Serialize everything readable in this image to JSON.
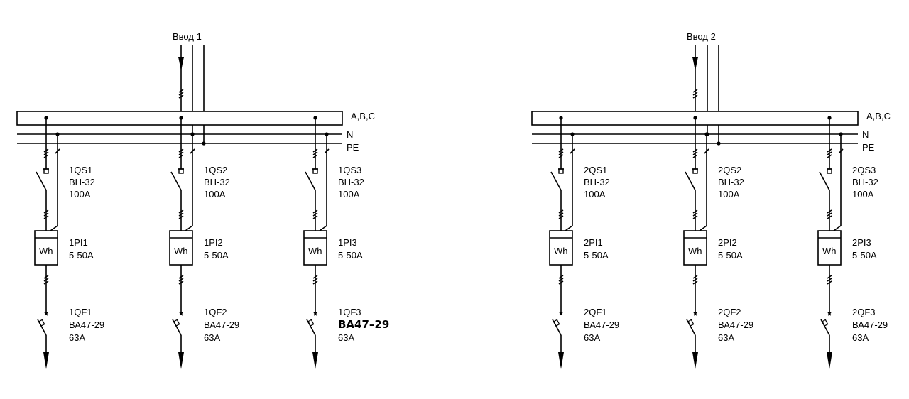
{
  "panels": [
    {
      "input_label": "Ввод 1",
      "bus_phase_label": "A,B,C",
      "bus_n_label": "N",
      "bus_pe_label": "PE",
      "feeders": [
        {
          "switch_name": "1QS1",
          "switch_type": "ВН-32",
          "switch_rating": "100A",
          "meter_name": "1PI1",
          "meter_range": "5-50A",
          "meter_symbol": "Wh",
          "breaker_name": "1QF1",
          "breaker_type": "ВА47-29",
          "breaker_rating": "63A"
        },
        {
          "switch_name": "1QS2",
          "switch_type": "ВН-32",
          "switch_rating": "100A",
          "meter_name": "1PI2",
          "meter_range": "5-50A",
          "meter_symbol": "Wh",
          "breaker_name": "1QF2",
          "breaker_type": "ВА47-29",
          "breaker_rating": "63A"
        },
        {
          "switch_name": "1QS3",
          "switch_type": "ВН-32",
          "switch_rating": "100A",
          "meter_name": "1PI3",
          "meter_range": "5-50A",
          "meter_symbol": "Wh",
          "breaker_name": "1QF3",
          "breaker_type": "ВА47–29",
          "breaker_rating": "63A"
        }
      ]
    },
    {
      "input_label": "Ввод 2",
      "bus_phase_label": "A,B,C",
      "bus_n_label": "N",
      "bus_pe_label": "PE",
      "feeders": [
        {
          "switch_name": "2QS1",
          "switch_type": "ВН-32",
          "switch_rating": "100A",
          "meter_name": "2PI1",
          "meter_range": "5-50A",
          "meter_symbol": "Wh",
          "breaker_name": "2QF1",
          "breaker_type": "ВА47-29",
          "breaker_rating": "63A"
        },
        {
          "switch_name": "2QS2",
          "switch_type": "ВН-32",
          "switch_rating": "100A",
          "meter_name": "2PI2",
          "meter_range": "5-50A",
          "meter_symbol": "Wh",
          "breaker_name": "2QF2",
          "breaker_type": "ВА47-29",
          "breaker_rating": "63A"
        },
        {
          "switch_name": "2QS3",
          "switch_type": "ВН-32",
          "switch_rating": "100A",
          "meter_name": "2PI3",
          "meter_range": "5-50A",
          "meter_symbol": "Wh",
          "breaker_name": "2QF3",
          "breaker_type": "ВА47-29",
          "breaker_rating": "63A"
        }
      ]
    }
  ]
}
